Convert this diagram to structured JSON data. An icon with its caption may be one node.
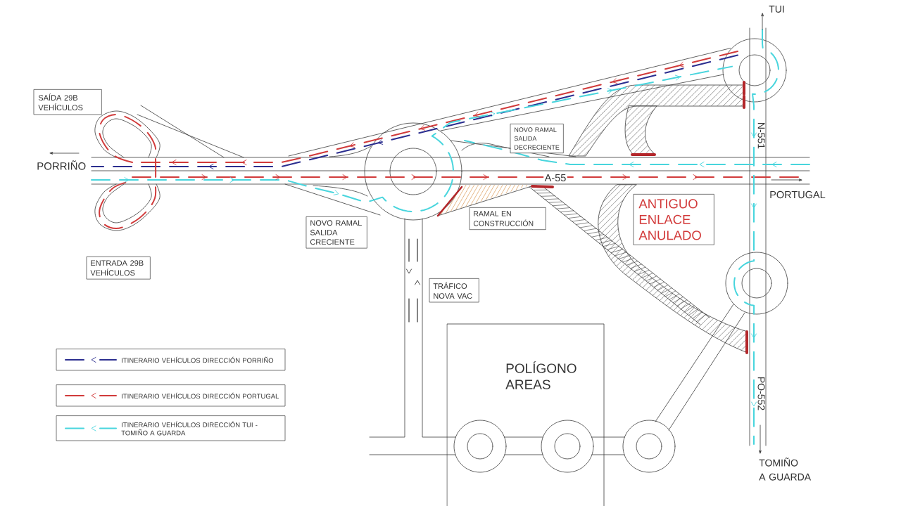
{
  "diagram": {
    "nodes": [
      {
        "text": [
          "SAÍDA 29B VEHÍCULOS"
        ]
      },
      {
        "text": [
          "NOVO RAMAL SALIDA DECRECIENTE"
        ]
      },
      {
        "text": [
          "ANTIGUO ENLACE ANULADO"
        ]
      },
      {
        "text": [
          "RAMAL EN CONSTRUCCIÓN"
        ]
      },
      {
        "text": [
          "NOVO RAMAL SALIDA CRECIENTE"
        ]
      },
      {
        "text": [
          "ENTRADA 29B VEHÍCULOS"
        ]
      },
      {
        "text": [
          "TRÁFICO NOVA VAC"
        ]
      },
      {
        "text": [
          "POLÍGONO AREAS"
        ]
      }
    ],
    "labels": [
      "TUI",
      "N-551",
      "PORRIÑO",
      "A-55",
      "PORTUGAL",
      "PO-552",
      "TOMIÑO A GUARDA"
    ],
    "legend": [
      {
        "text": "ITINERARIO VEHÍCULOS DIRECCIÓN PORRIÑO",
        "color": "#2b2e8f"
      },
      {
        "text": "ITINERARIO VEHÍCULOS DIRECCIÓN PORTUGAL",
        "color": "#d13b3b"
      },
      {
        "text": "ITINERARIO VEHÍCULOS DIRECCIÓN TUI - TOMIÑO A GUARDA",
        "color": "#48d5dd"
      }
    ]
  }
}
